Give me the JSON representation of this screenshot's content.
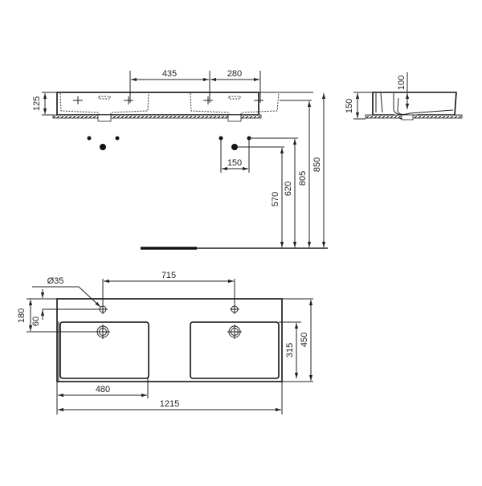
{
  "drawing": {
    "front_view": {
      "dims": {
        "tap_spacing_total": "435",
        "tap_spacing_single": "280",
        "basin_height": "125",
        "height_570": "570",
        "height_620": "620",
        "height_805": "805",
        "height_850": "850",
        "supply_spacing": "150"
      }
    },
    "side_view": {
      "dims": {
        "bowl_depth": "100",
        "overall_height": "150"
      }
    },
    "top_view": {
      "dims": {
        "hole_diameter": "Ø35",
        "tap_hole_spacing": "715",
        "edge_to_waste": "180",
        "edge_to_tap": "60",
        "bowl_depth": "315",
        "overall_depth": "450",
        "bowl_width": "480",
        "overall_width": "1215"
      }
    }
  }
}
